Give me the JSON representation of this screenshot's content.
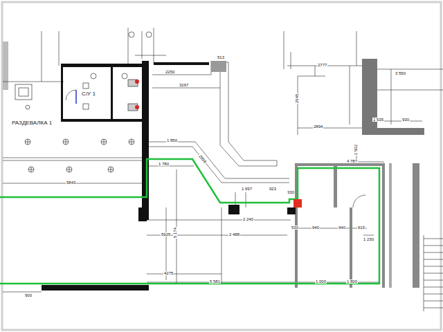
{
  "diagram": {
    "nodes": [
      {
        "text": [
          "РАЗДЕВАЛКА 1"
        ]
      },
      {
        "text": [
          "С/У 1"
        ]
      }
    ],
    "labels": [
      "2250",
      "3267",
      "513",
      "1 850",
      "1 780",
      "2898",
      "1 697",
      "923",
      "330",
      "5 174",
      "2 240",
      "2 488",
      "5843",
      "5925",
      "530",
      "940",
      "940",
      "615",
      "1 230",
      "4 787",
      "5 581",
      "1 000",
      "1 800",
      "4275",
      "900",
      "2777",
      "3 550",
      "2894",
      "1 535",
      "930",
      "2545",
      "1 502"
    ]
  }
}
